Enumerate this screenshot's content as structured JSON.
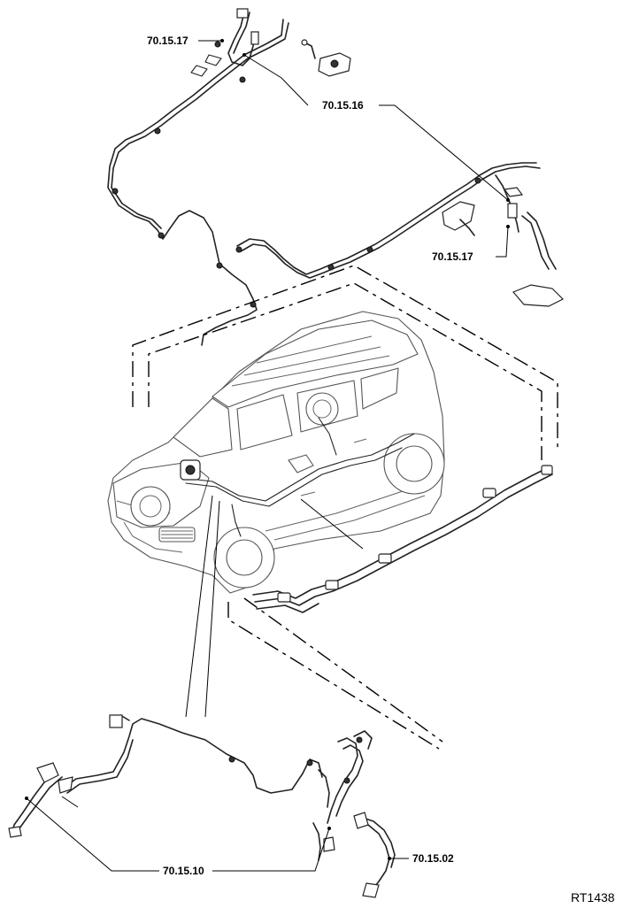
{
  "diagram": {
    "callouts": {
      "upper_hose_left": "70.15.17",
      "upper_pipe": "70.15.16",
      "upper_hose_right": "70.15.17",
      "lower_pipe": "70.15.10",
      "lower_hose": "70.15.02"
    },
    "figure_id": "RT1438"
  }
}
